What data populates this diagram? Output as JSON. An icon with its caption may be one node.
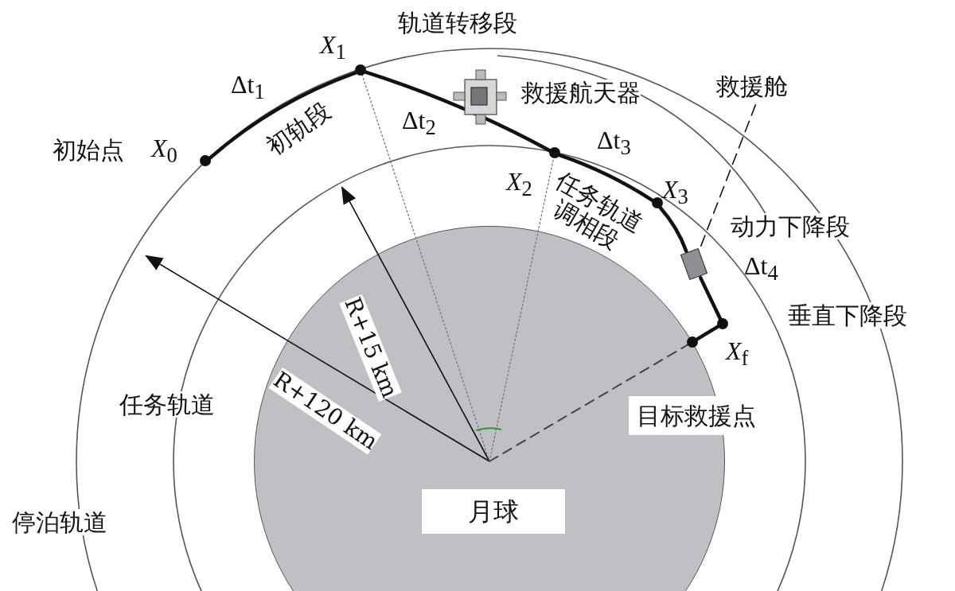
{
  "diagram": {
    "nodes": [
      {
        "text": [],
        "shape": "circle",
        "beside": [
          "初始点",
          "*X*$_{0}$"
        ]
      },
      {
        "text": [],
        "shape": "circle",
        "beside": [
          "*X*$_{1}$"
        ]
      },
      {
        "text": [],
        "shape": "circle",
        "beside": [
          "*X*$_{2}$"
        ]
      },
      {
        "text": [],
        "shape": "circle",
        "beside": [
          "*X*$_{3}$"
        ]
      },
      {
        "text": [],
        "shape": "circle"
      },
      {
        "text": [],
        "shape": "circle",
        "beside": [
          "*X*$_{f}$"
        ]
      },
      {
        "text": [
          "月球"
        ]
      },
      {
        "text": [
          "救援舱"
        ]
      },
      {
        "text": [],
        "shape": "box"
      },
      {
        "text": [
          "目标救援点"
        ]
      }
    ],
    "edges": [
      {
        "from": 0,
        "to": 1,
        "arrow": "none",
        "label": "Δt$_{1}$"
      },
      {
        "from": 1,
        "to": 2,
        "arrow": "none",
        "label": "Δt$_{2}$"
      },
      {
        "from": 2,
        "to": 3,
        "arrow": "none",
        "label": "Δt$_{3}$"
      },
      {
        "from": 3,
        "to": 8,
        "arrow": "none"
      },
      {
        "from": 8,
        "to": 4,
        "arrow": "none",
        "label": "Δt$_{4}$"
      },
      {
        "from": 4,
        "to": 5,
        "arrow": "none"
      },
      {
        "from": 7,
        "to": 8,
        "arrow": "none",
        "style": "dashed"
      },
      {
        "from": null,
        "to": 1,
        "arrow": "none",
        "style": "dashed",
        "color": "#777777"
      },
      {
        "from": null,
        "to": 2,
        "arrow": "none",
        "style": "dashed",
        "color": "#777777"
      },
      {
        "from": null,
        "to": 5,
        "arrow": "none",
        "style": "dashed",
        "color": "#444444"
      }
    ],
    "labels": [
      "轨道转移段",
      "救援航天器",
      "初轨段",
      "任务轨道调相段",
      "动力下降段",
      "垂直下降段",
      "R+15 km",
      "任务轨道",
      "R+120 km",
      "停泊轨道"
    ]
  }
}
